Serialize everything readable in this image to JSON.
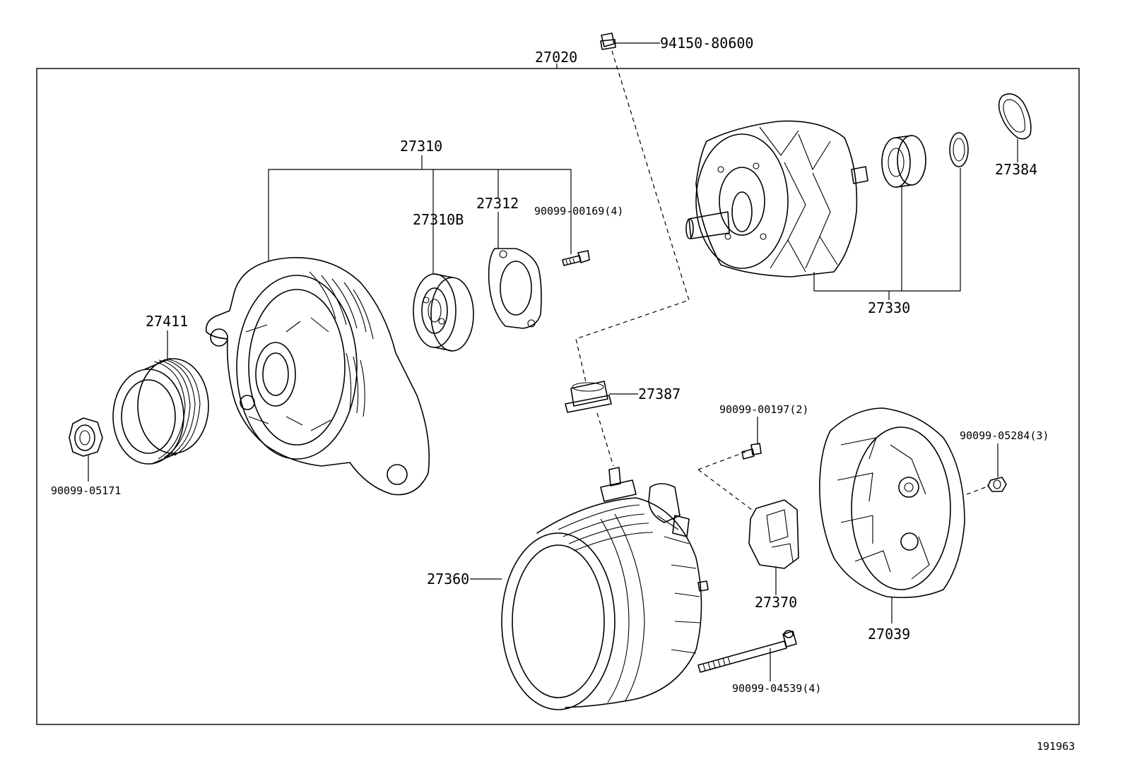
{
  "labels": {
    "p94150_80600": "94150-80600",
    "p27020": "27020",
    "p27310": "27310",
    "p27312": "27312",
    "p27310B": "27310B",
    "p90099_00169": "90099-00169(4)",
    "p27411": "27411",
    "p90099_05171": "90099-05171",
    "p27387": "27387",
    "p90099_00197": "90099-00197(2)",
    "p90099_05284": "90099-05284(3)",
    "p27330": "27330",
    "p27384": "27384",
    "p27360": "27360",
    "p27370": "27370",
    "p27039": "27039",
    "p90099_04539": "90099-04539(4)",
    "illustration_no": "191963"
  }
}
